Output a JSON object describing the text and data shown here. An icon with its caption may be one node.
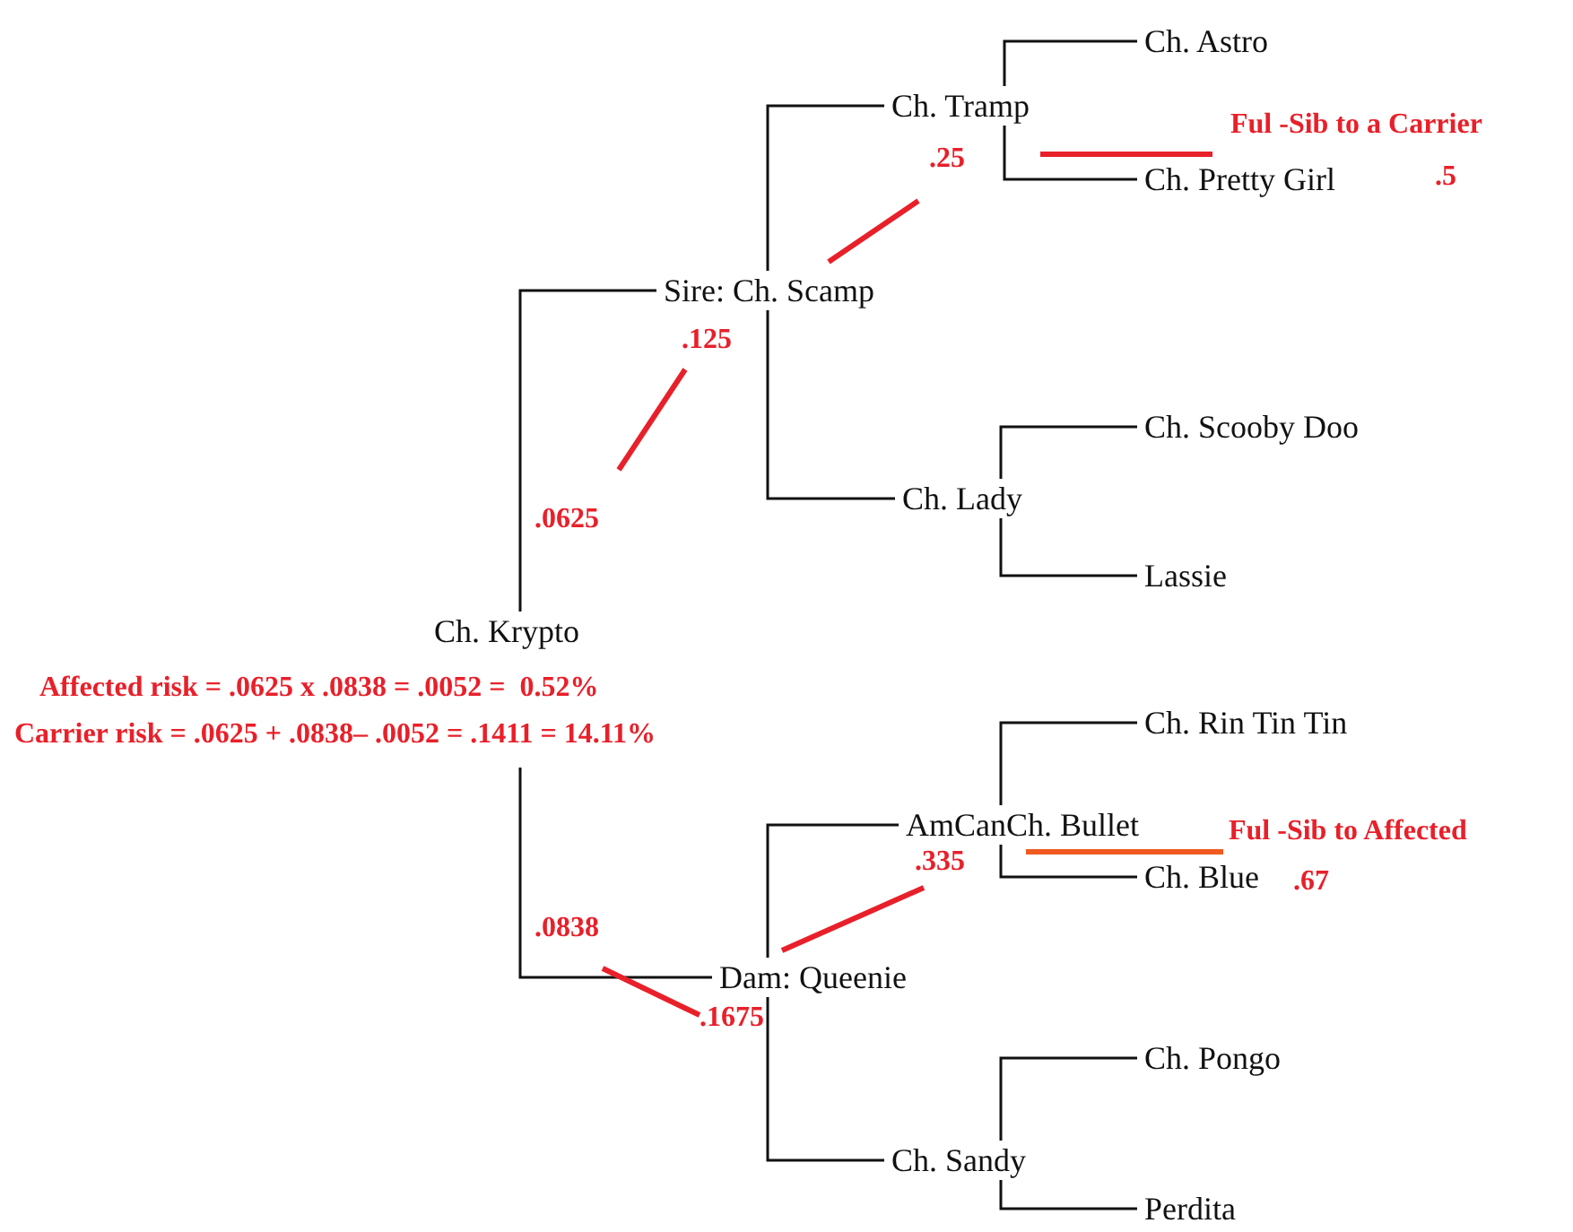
{
  "diagram": {
    "nodes": [
      {
        "text": [
          "Ch. Krypto"
        ]
      },
      {
        "text": [
          "Sire: Ch. Scamp"
        ]
      },
      {
        "text": [
          "Ch. Tramp"
        ]
      },
      {
        "text": [
          "Ch. Astro"
        ]
      },
      {
        "text": [
          "Ch. Pretty Girl"
        ]
      },
      {
        "text": [
          "Ch. Lady"
        ]
      },
      {
        "text": [
          "Ch. Scooby Doo"
        ]
      },
      {
        "text": [
          "Lassie"
        ]
      },
      {
        "text": [
          "Dam: Queenie"
        ]
      },
      {
        "text": [
          "AmCanCh. Bullet"
        ]
      },
      {
        "text": [
          "Ch. Rin Tin Tin"
        ]
      },
      {
        "text": [
          "Ch. Blue"
        ]
      },
      {
        "text": [
          "Ch. Sandy"
        ]
      },
      {
        "text": [
          "Ch. Pongo"
        ]
      },
      {
        "text": [
          "Perdita"
        ]
      }
    ],
    "edges": [
      {
        "from": 0,
        "to": 1,
        "arrow": "none"
      },
      {
        "from": 0,
        "to": 8,
        "arrow": "none"
      },
      {
        "from": 1,
        "to": 2,
        "arrow": "none"
      },
      {
        "from": 1,
        "to": 5,
        "arrow": "none"
      },
      {
        "from": 2,
        "to": 3,
        "arrow": "none"
      },
      {
        "from": 2,
        "to": 4,
        "arrow": "none"
      },
      {
        "from": 5,
        "to": 6,
        "arrow": "none"
      },
      {
        "from": 5,
        "to": 7,
        "arrow": "none"
      },
      {
        "from": 8,
        "to": 9,
        "arrow": "none"
      },
      {
        "from": 8,
        "to": 12,
        "arrow": "none"
      },
      {
        "from": 9,
        "to": 10,
        "arrow": "none"
      },
      {
        "from": 9,
        "to": 11,
        "arrow": "none"
      },
      {
        "from": 12,
        "to": 13,
        "arrow": "none"
      },
      {
        "from": 12,
        "to": 14,
        "arrow": "none"
      }
    ],
    "labels": [
      "Ful -Sib to a Carrier",
      ".25",
      ".5",
      ".125",
      ".0625",
      "Affected risk = .0625 x .0838 = .0052 =  0.52%",
      "Carrier risk = .0625 + .0838– .0052 = .1411 = 14.11%",
      "Ful -Sib to Affected",
      ".335",
      ".67",
      ".0838",
      ".1675"
    ]
  }
}
